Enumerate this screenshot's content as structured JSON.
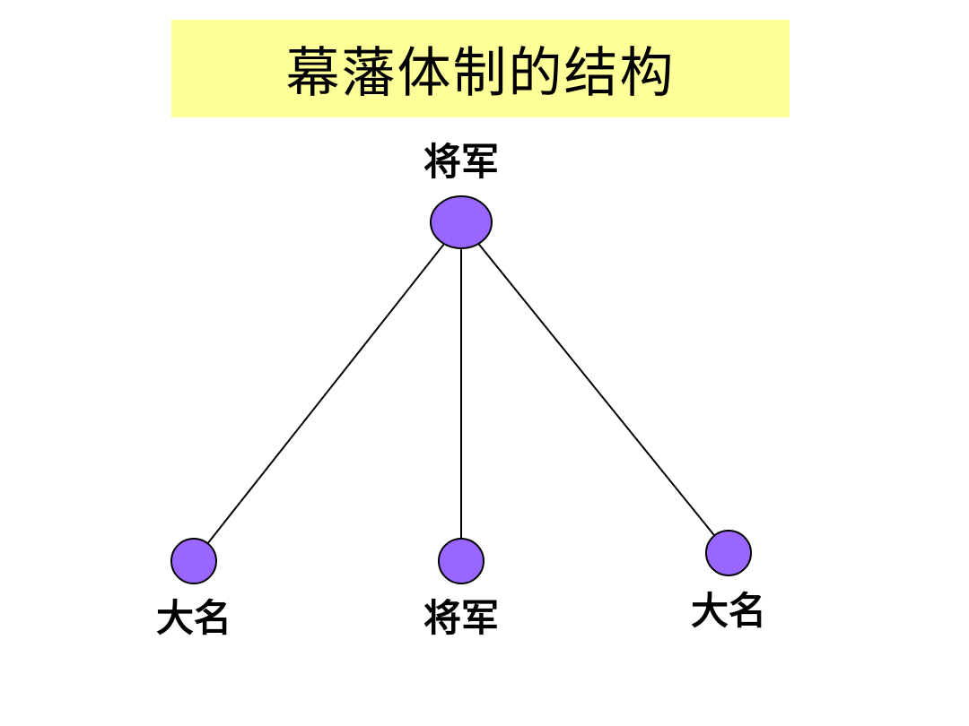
{
  "title": "幕藩体制的结构",
  "colors": {
    "title_background": "#ffff99",
    "node_fill": "#9966ff",
    "node_stroke": "#000000",
    "edge_stroke": "#000000"
  },
  "nodes": [
    {
      "id": "root",
      "label": "将军"
    },
    {
      "id": "left",
      "label": "大名"
    },
    {
      "id": "middle",
      "label": "将军"
    },
    {
      "id": "right",
      "label": "大名"
    }
  ],
  "edges": [
    {
      "from": "root",
      "to": "left"
    },
    {
      "from": "root",
      "to": "middle"
    },
    {
      "from": "root",
      "to": "right"
    }
  ]
}
